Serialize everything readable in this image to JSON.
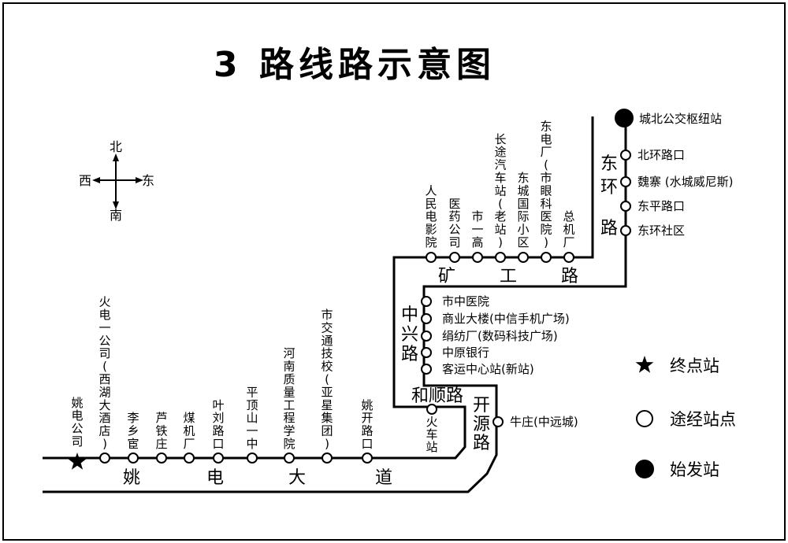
{
  "title": "3 路线路示意图",
  "compass": {
    "north": "北",
    "south": "南",
    "east": "东",
    "west": "西"
  },
  "roads": {
    "yaodian": [
      "姚",
      "电",
      "大",
      "道"
    ],
    "kuanggong": [
      "矿",
      "工",
      "路"
    ],
    "zhongxing": [
      "中",
      "兴",
      "路"
    ],
    "heshun": "和顺路",
    "kaiyuan": [
      "开",
      "源",
      "路"
    ],
    "donghuan": [
      "东",
      "环",
      "路"
    ]
  },
  "stops": {
    "terminal": "姚电公司",
    "yaodian": [
      "火电一公司(西湖大酒店)",
      "李乡宦",
      "芦铁庄",
      "煤机厂",
      "叶刘路口",
      "平顶山一中",
      "河南质量工程学院",
      "市交通技校(亚星集团)",
      "姚开路口"
    ],
    "heshun": "火车站",
    "zhongxing": [
      "市中医院",
      "商业大楼(中信手机广场)",
      "绢纺厂(数码科技广场)",
      "中原银行",
      "客运中心站(新站)"
    ],
    "kuanggong": [
      "人民电影院",
      "医药公司",
      "市一高",
      "长途汽车站(老站)",
      "东城国际小区",
      "东电厂(市眼科医院)",
      "总机厂"
    ],
    "donghuan": [
      "北环路口",
      "魏寨 (水城威尼斯)",
      "东平路口",
      "东环社区"
    ],
    "kaiyuan": "牛庄(中远城)",
    "origin": "城北公交枢纽站"
  },
  "legend": {
    "terminal": "终点站",
    "stop": "途经站点",
    "origin": "始发站"
  }
}
